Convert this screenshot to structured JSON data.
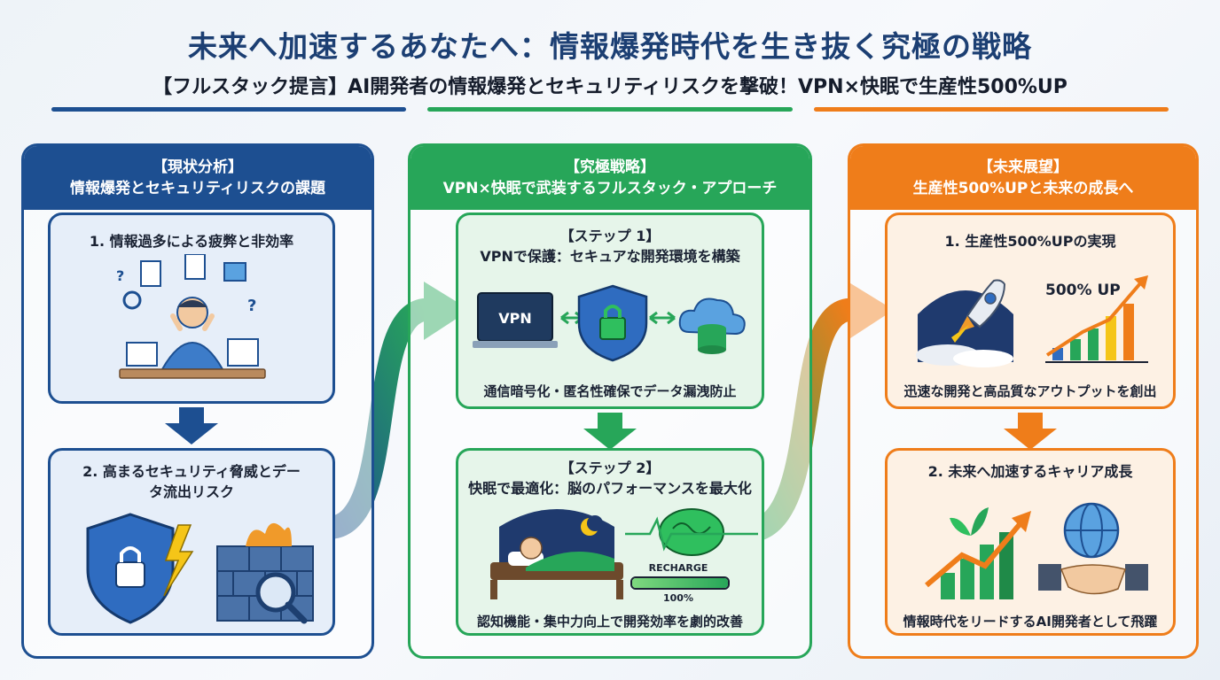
{
  "header": {
    "title": "未来へ加速するあなたへ：情報爆発時代を生き抜く究極の戦略",
    "subtitle": "【フルスタック提言】AI開発者の情報爆発とセキュリティリスクを撃破！VPN×快眠で生産性500%UP"
  },
  "colors": {
    "blue": "#1d4f91",
    "green": "#27a659",
    "orange": "#ef7d1a"
  },
  "panels": [
    {
      "heading_tag": "【現状分析】",
      "heading": "情報爆発とセキュリティリスクの課題",
      "cards": [
        {
          "title": "1. 情報過多による疲弊と非効率",
          "caption": "",
          "icon": "overwhelmed-developer-icon"
        },
        {
          "title": "2. 高まるセキュリティ脅威とデータ流出リスク",
          "caption": "",
          "icon": "security-threat-icon"
        }
      ]
    },
    {
      "heading_tag": "【究極戦略】",
      "heading": "VPN×快眠で武装するフルスタック・アプローチ",
      "cards": [
        {
          "tag": "【ステップ 1】",
          "title": "VPNで保護：セキュアな開発環境を構築",
          "caption": "通信暗号化・匿名性確保でデータ漏洩防止",
          "icon_text": "VPN"
        },
        {
          "tag": "【ステップ 2】",
          "title": "快眠で最適化：脳のパフォーマンスを最大化",
          "caption": "認知機能・集中力向上で開発効率を劇的改善",
          "icon_text": "RECHARGE",
          "progress_text": "100%",
          "progress": 1.0
        }
      ]
    },
    {
      "heading_tag": "【未来展望】",
      "heading": "生産性500%UPと未来の成長へ",
      "cards": [
        {
          "title": "1. 生産性500%UPの実現",
          "caption": "迅速な開発と高品質なアウトプットを創出",
          "icon_text": "500% UP"
        },
        {
          "title": "2. 未来へ加速するキャリア成長",
          "caption": "情報時代をリードするAI開発者として飛躍",
          "icon": "growth-handshake-icon"
        }
      ]
    }
  ]
}
